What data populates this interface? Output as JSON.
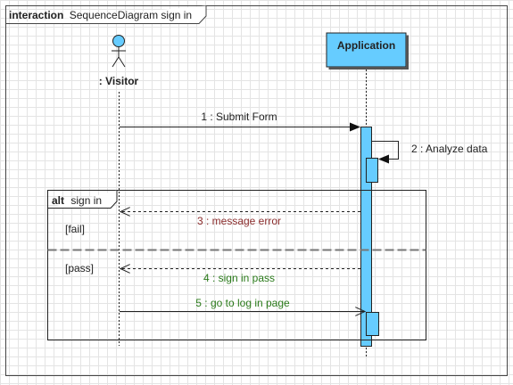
{
  "frame": {
    "keyword": "interaction",
    "title": "SequenceDiagram sign in"
  },
  "lifelines": {
    "visitor": {
      "label": ": Visitor"
    },
    "application": {
      "label": "Application"
    }
  },
  "messages": {
    "m1": "1 : Submit Form",
    "m2": "2 : Analyze data",
    "m3": "3 : message error",
    "m4": "4 : sign in pass",
    "m5": "5 : go to log in page"
  },
  "fragment": {
    "operator": "alt",
    "name": "sign in",
    "guard_fail": "[fail]",
    "guard_pass": "[pass]"
  },
  "colors": {
    "lifeline_fill": "#66ccff",
    "error_text": "#8b2d2d",
    "pass_text": "#2a7a1a",
    "line": "#222222"
  }
}
